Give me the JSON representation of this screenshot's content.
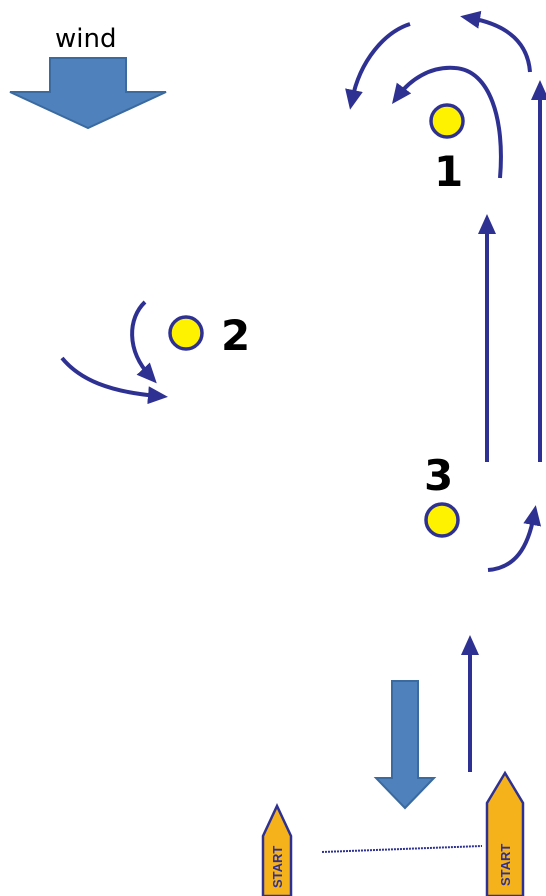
{
  "wind": {
    "label": "wind"
  },
  "marks": [
    {
      "id": "mark-1",
      "label": "1"
    },
    {
      "id": "mark-2",
      "label": "2"
    },
    {
      "id": "mark-3",
      "label": "3"
    }
  ],
  "start_boats": [
    {
      "label": "START"
    },
    {
      "label": "START"
    }
  ],
  "colors": {
    "course_line": "#2E3192",
    "wind_arrow": "#4F81BD",
    "wind_arrow_stroke": "#3A6A9E",
    "mark_fill": "#FFF200",
    "mark_stroke": "#2E3192",
    "boat_fill": "#F6B21B",
    "boat_stroke": "#2E3192",
    "start_line": "#2E3192"
  }
}
